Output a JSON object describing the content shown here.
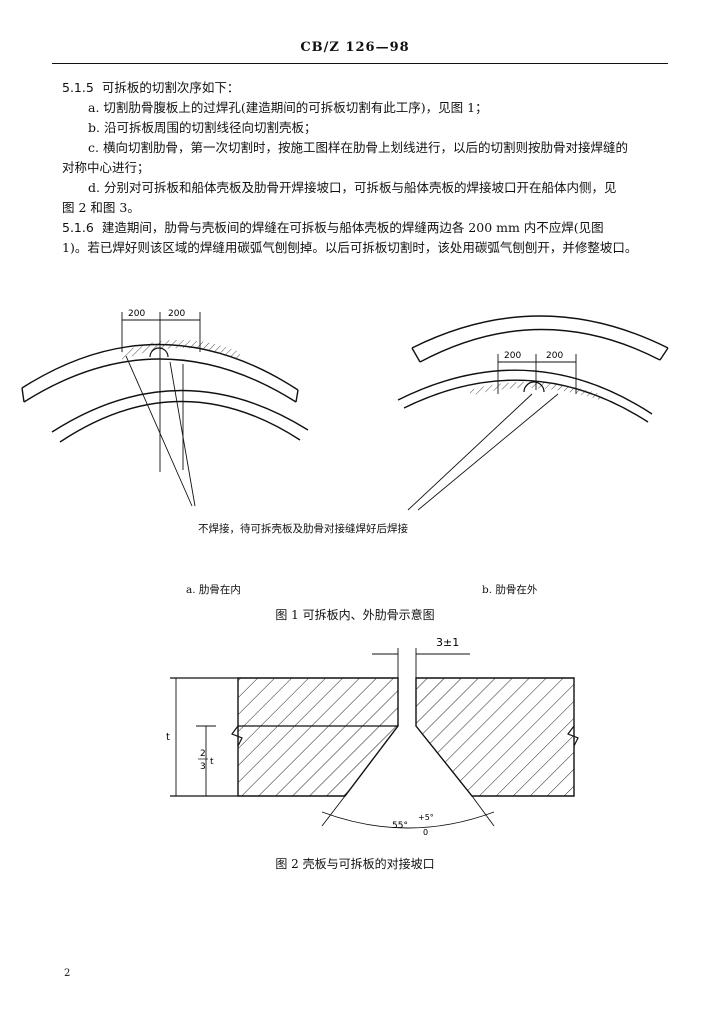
{
  "header": {
    "code": "CB/Z  126—98"
  },
  "body": {
    "s515_num": "5.1.5",
    "s515_title": "可拆板的切割次序如下：",
    "item_a": "a.  切割肋骨腹板上的过焊孔(建造期间的可拆板切割有此工序)，见图 1；",
    "item_b": "b.  沿可拆板周围的切割线径向切割壳板；",
    "item_c1": "c.  横向切割肋骨，第一次切割时，按施工图样在肋骨上划线进行，以后的切割则按肋骨对接焊缝的",
    "item_c2": "对称中心进行；",
    "item_d1": "d.  分别对可拆板和船体壳板及肋骨开焊接坡口，可拆板与船体壳板的焊接坡口开在船体内侧，见",
    "item_d2": "图 2 和图 3。",
    "s516_num": "5.1.6",
    "s516_l1": "建造期间，肋骨与壳板间的焊缝在可拆板与船体壳板的焊缝两边各 200 mm 内不应焊(见图",
    "s516_l2": "1)。若已焊好则该区域的焊缝用碳弧气刨刨掉。以后可拆板切割时，该处用碳弧气刨刨开，并修整坡口。"
  },
  "figure1": {
    "dim_left_a": "200",
    "dim_right_a": "200",
    "dim_left_b": "200",
    "dim_right_b": "200",
    "note": "不焊接，待可拆壳板及肋骨对接缝焊好后焊接",
    "sub_a": "a. 肋骨在内",
    "sub_b": "b. 肋骨在外",
    "caption": "图 1   可拆板内、外肋骨示意图"
  },
  "figure2": {
    "gap_label": "3±1",
    "thickness_label": "t",
    "two_thirds_num": "2",
    "two_thirds_den": "3",
    "two_thirds_t": "t",
    "angle_label": "55°",
    "angle_tol_upper": "+5°",
    "angle_tol_lower": "0",
    "caption": "图 2   壳板与可拆板的对接坡口"
  },
  "footer": {
    "page_number": "2"
  }
}
